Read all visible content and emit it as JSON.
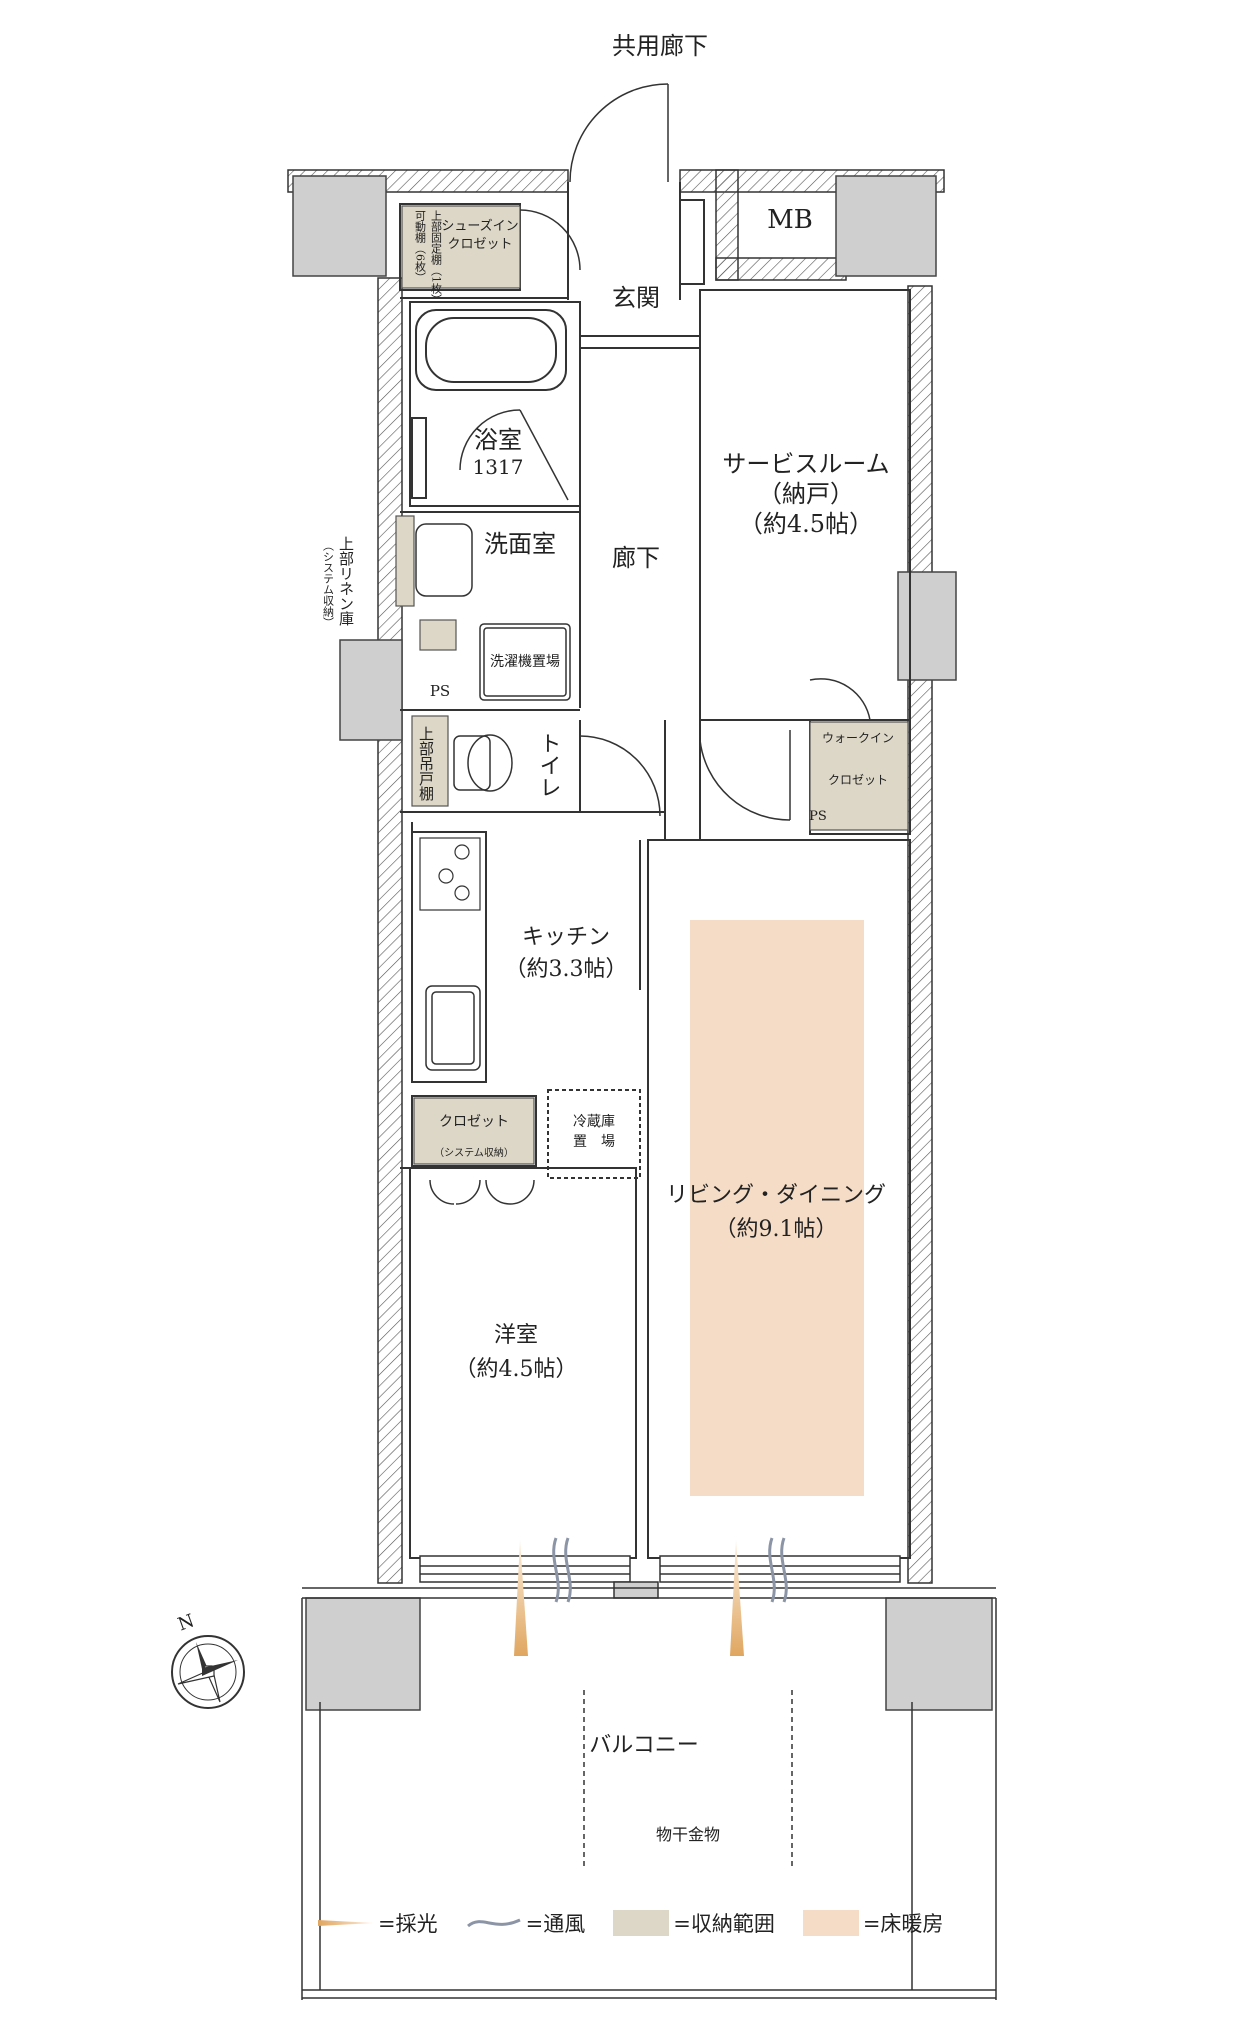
{
  "labels": {
    "corridor_shared": "共用廊下",
    "mb": "MB",
    "genkan": "玄関",
    "shoes_closet_1": "シューズイン",
    "shoes_closet_2": "クロゼット",
    "shelf_fixed": "上部固定棚（1枚）",
    "shelf_movable": "可動棚（6枚）",
    "bath": "浴室",
    "bath_size": "1317",
    "service_room": "サービスルーム",
    "service_room_sub": "（納戸）",
    "service_room_size": "（約4.5帖）",
    "washroom": "洗面室",
    "hallway": "廊下",
    "linen_1": "上部リネン庫",
    "linen_2": "（システム収納）",
    "washer": "洗濯機置場",
    "ps1": "PS",
    "ps2": "PS",
    "toilet": "トイレ",
    "toilet_shelf": "上部吊戸棚",
    "walkin_1": "ウォークイン",
    "walkin_2": "クロゼット",
    "kitchen": "キッチン",
    "kitchen_size": "（約3.3帖）",
    "closet": "クロゼット",
    "closet_sub": "（システム収納）",
    "fridge_1": "冷蔵庫",
    "fridge_2": "置　場",
    "living": "リビング・ダイニング",
    "living_size": "（約9.1帖）",
    "western": "洋室",
    "western_size": "（約4.5帖）",
    "balcony": "バルコニー",
    "drying": "物干金物",
    "north": "N"
  },
  "legend": [
    {
      "icon": "light-ray-icon",
      "text": "=採光"
    },
    {
      "icon": "ventilation-wave-icon",
      "text": "=通風"
    },
    {
      "icon": "storage-swatch",
      "text": "=収納範囲"
    },
    {
      "icon": "floor-heating-swatch",
      "text": "=床暖房"
    }
  ],
  "colors": {
    "wall_solid": "#cfcfcf",
    "wall_line": "#333333",
    "storage": "#ddd7c7",
    "floor_heating": "#f5dcc6",
    "light_ray": "#e2ad6b",
    "ventilation": "#8c95a6"
  }
}
